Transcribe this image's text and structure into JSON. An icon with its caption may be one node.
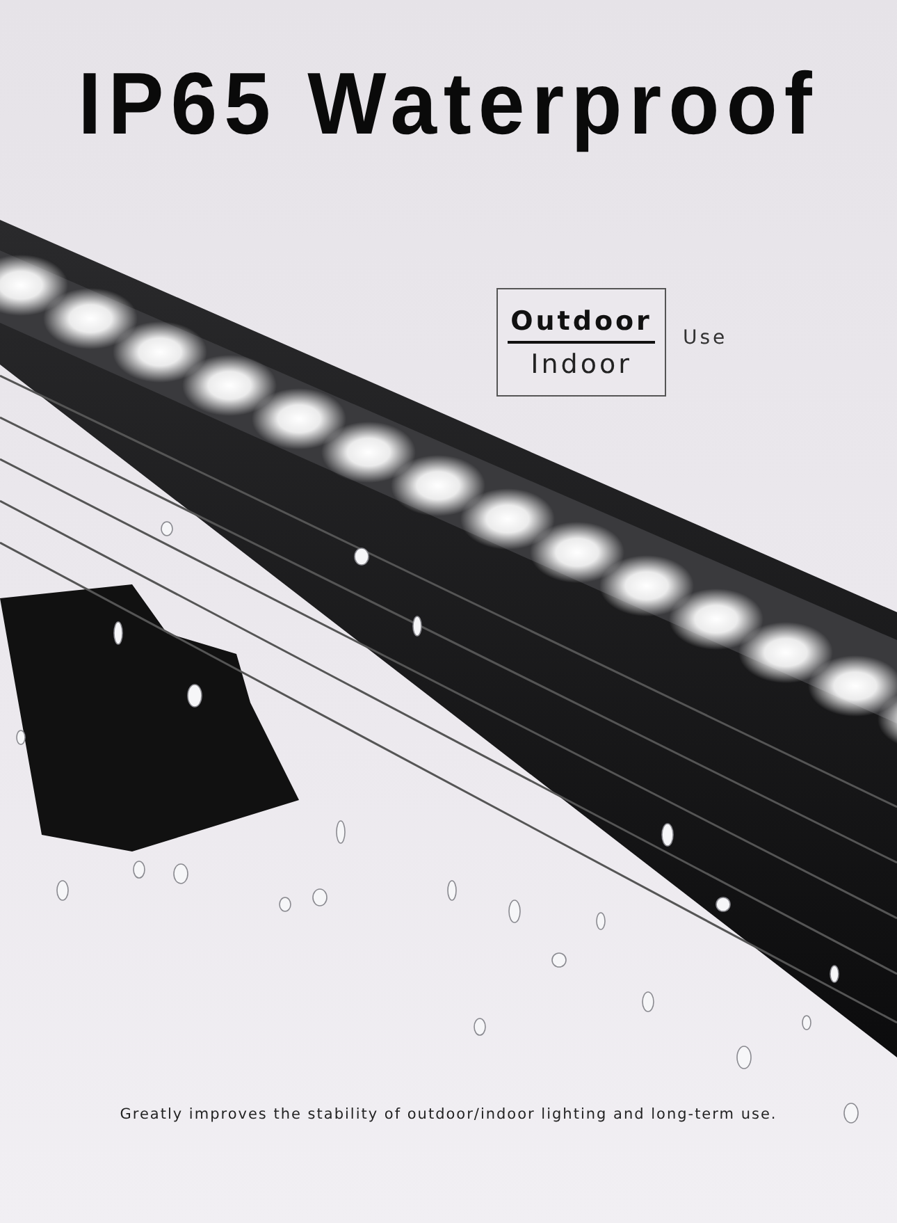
{
  "diagram": {
    "title": "IP65 Waterproof",
    "nodes": [
      {
        "text": [
          "Outdoor",
          "Indoor"
        ],
        "beside": [
          "Use"
        ]
      }
    ],
    "edges": [],
    "caption": "Greatly improves the stability of outdoor/indoor lighting and long-term use."
  }
}
